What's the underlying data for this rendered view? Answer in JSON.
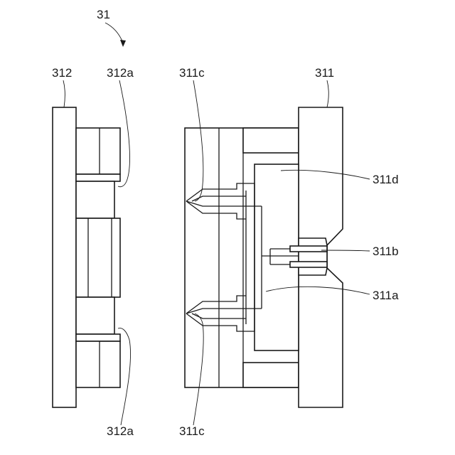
{
  "labels": {
    "assembly": "31",
    "plate_left": "312",
    "recess_top": "312a",
    "recess_bottom": "312a",
    "nozzle_top": "311c",
    "nozzle_bottom": "311c",
    "plate_right": "311",
    "cavity": "311d",
    "gate": "311b",
    "runner": "311a"
  }
}
